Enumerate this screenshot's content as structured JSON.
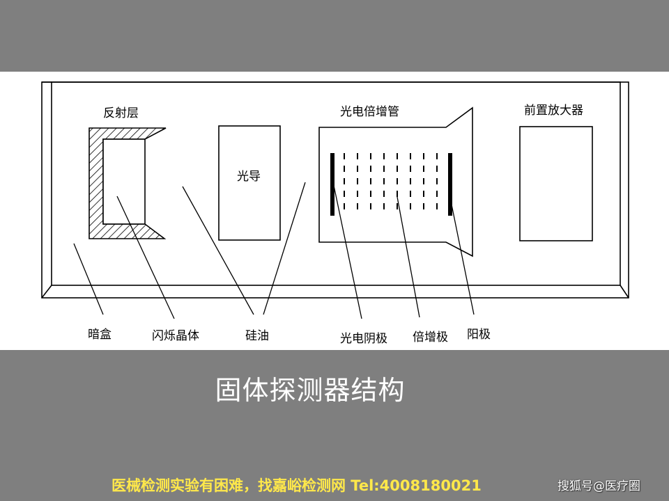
{
  "diagram": {
    "labels": {
      "reflector": "反射层",
      "light_guide": "光导",
      "pmt": "光电倍增管",
      "preamp": "前置放大器",
      "dark_box": "暗盒",
      "scintillator": "闪烁晶体",
      "silicone_oil": "硅油",
      "photocathode": "光电阴极",
      "dynode": "倍增极",
      "anode": "阳极"
    }
  },
  "caption": "固体探测器结构",
  "footer": {
    "banner": "医械检测实验有困难，找嘉峪检测网 Tel:4008180021",
    "watermark": "搜狐号@医疗圈"
  }
}
